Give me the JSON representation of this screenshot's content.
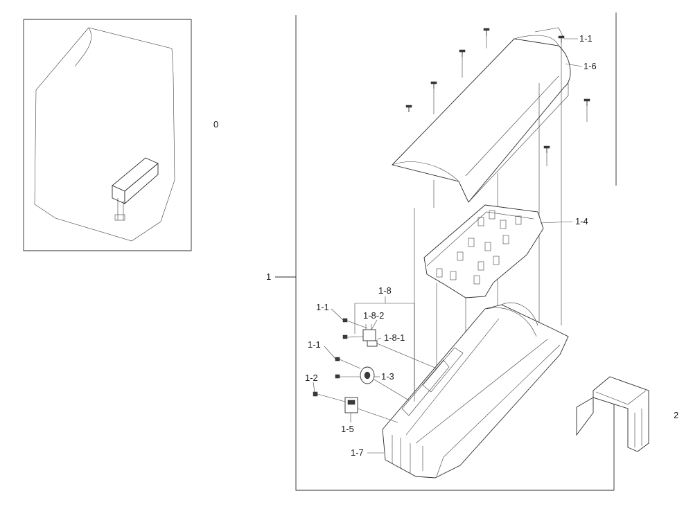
{
  "labels": {
    "overview": "0",
    "assembly": "1",
    "bracket": "2",
    "screw_top": "1-1",
    "cover_clip": "1-6",
    "pcb": "1-4",
    "harness_group": "1-8",
    "screw_a": "1-1",
    "connector": "1-8-2",
    "holder": "1-8-1",
    "screw_b": "1-1",
    "knob": "1-3",
    "screw_c": "1-2",
    "switch": "1-5",
    "housing": "1-7"
  }
}
